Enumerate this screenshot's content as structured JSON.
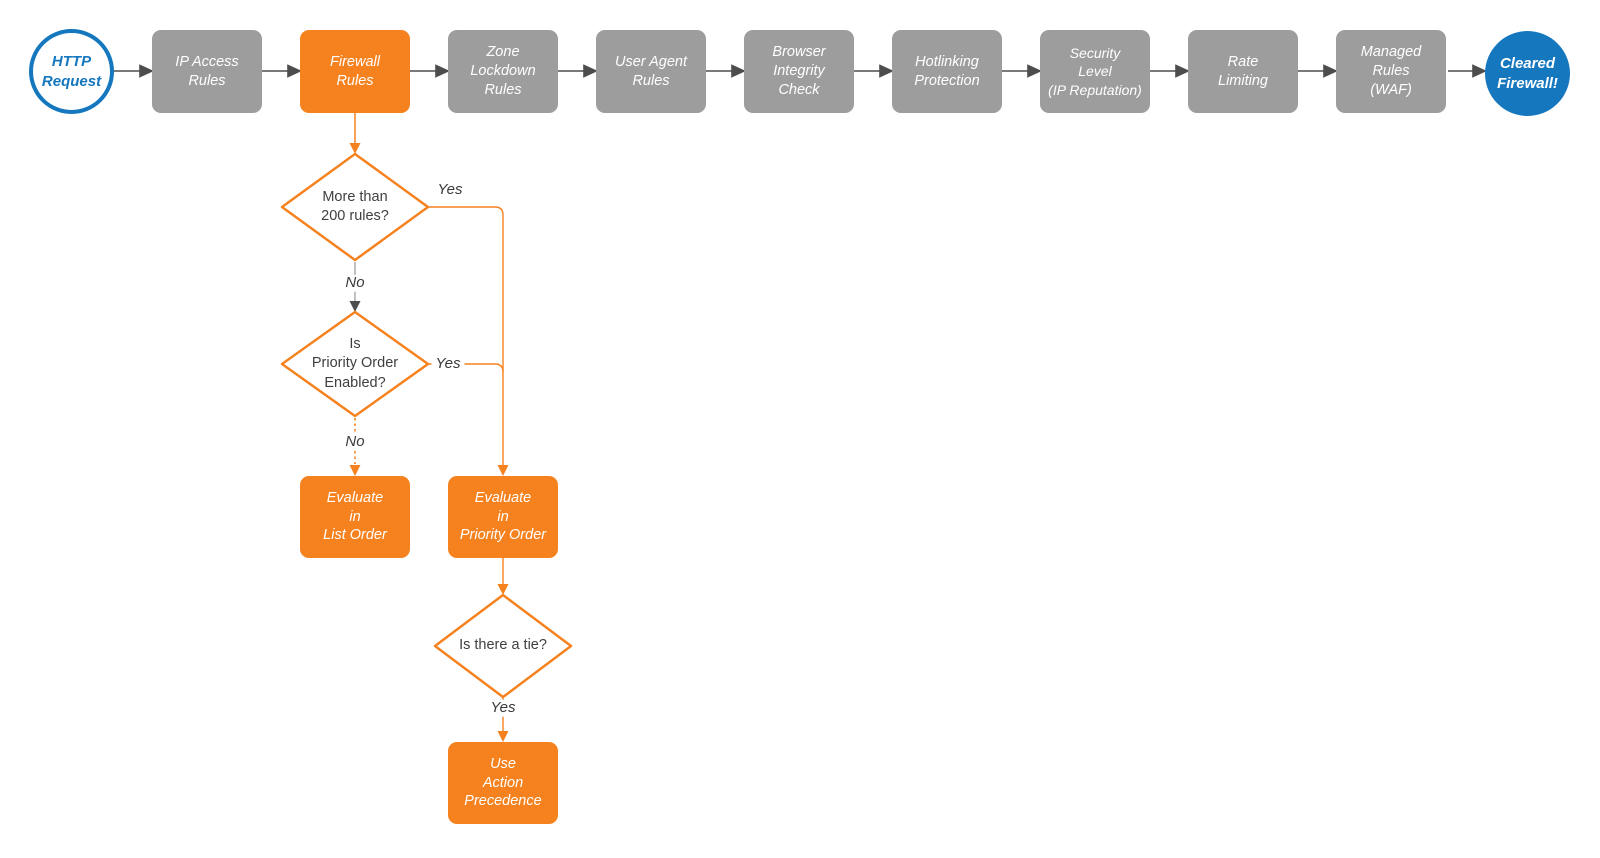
{
  "colors": {
    "orange": "#F6821F",
    "gray_node": "#9D9D9D",
    "blue": "#1577BE",
    "arrow_gray": "#4D4D4D",
    "label_text": "#3A3A3A"
  },
  "flow": {
    "start": {
      "label": "HTTP\nRequest"
    },
    "steps": [
      {
        "label": "IP Access\nRules",
        "highlight": false
      },
      {
        "label": "Firewall\nRules",
        "highlight": true
      },
      {
        "label": "Zone\nLockdown\nRules",
        "highlight": false
      },
      {
        "label": "User Agent\nRules",
        "highlight": false
      },
      {
        "label": "Browser\nIntegrity\nCheck",
        "highlight": false
      },
      {
        "label": "Hotlinking\nProtection",
        "highlight": false
      },
      {
        "label": "Security\nLevel\n(IP Reputation)",
        "highlight": false
      },
      {
        "label": "Rate\nLimiting",
        "highlight": false
      },
      {
        "label": "Managed\nRules\n(WAF)",
        "highlight": false
      }
    ],
    "end": {
      "label": "Cleared\nFirewall!"
    },
    "decisions": [
      {
        "label": "More than\n200 rules?"
      },
      {
        "label": "Is\nPriority Order\nEnabled?"
      },
      {
        "label": "Is there a tie?"
      }
    ],
    "actions": [
      {
        "label": "Evaluate\nin\nList Order"
      },
      {
        "label": "Evaluate\nin\nPriority Order"
      },
      {
        "label": "Use\nAction\nPrecedence"
      }
    ],
    "edge_labels": {
      "d1_yes": "Yes",
      "d1_no": "No",
      "d2_yes": "Yes",
      "d2_no": "No",
      "d3_yes": "Yes"
    }
  }
}
